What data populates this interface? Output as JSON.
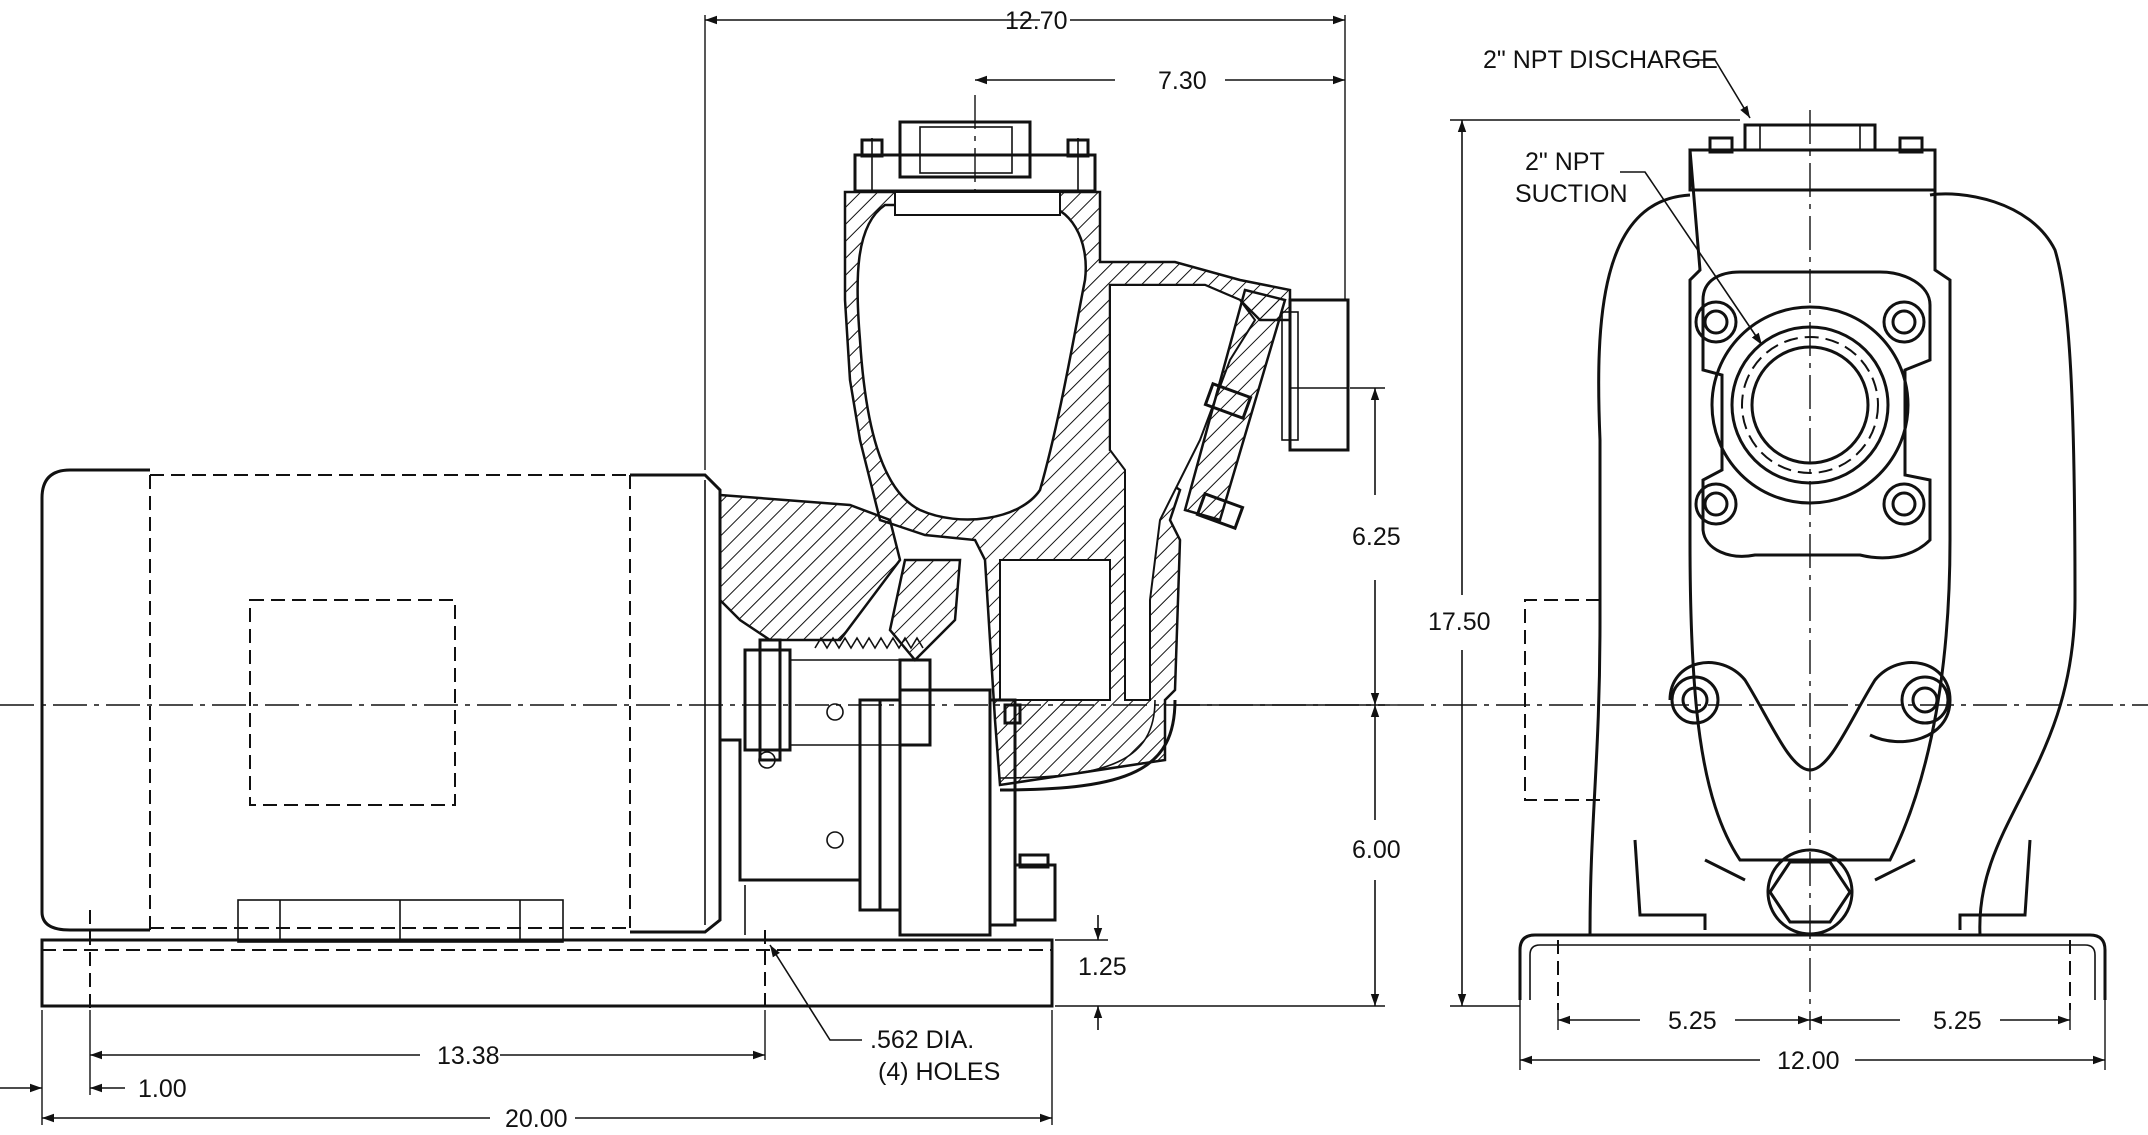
{
  "dimensions": {
    "overall_width_top": "12.70",
    "discharge_offset": "7.30",
    "suction_height": "6.25",
    "shaft_height": "6.00",
    "base_thickness": "1.25",
    "overall_height": "17.50",
    "hole_spacing_length": "13.38",
    "hole_offset": "1.00",
    "base_length": "20.00",
    "half_width_left": "5.25",
    "half_width_right": "5.25",
    "base_width": "12.00"
  },
  "notes": {
    "discharge": "2\" NPT DISCHARGE",
    "suction_line1": "2\" NPT",
    "suction_line2": "SUCTION",
    "holes_line1": ".562 DIA.",
    "holes_line2": "(4) HOLES"
  }
}
